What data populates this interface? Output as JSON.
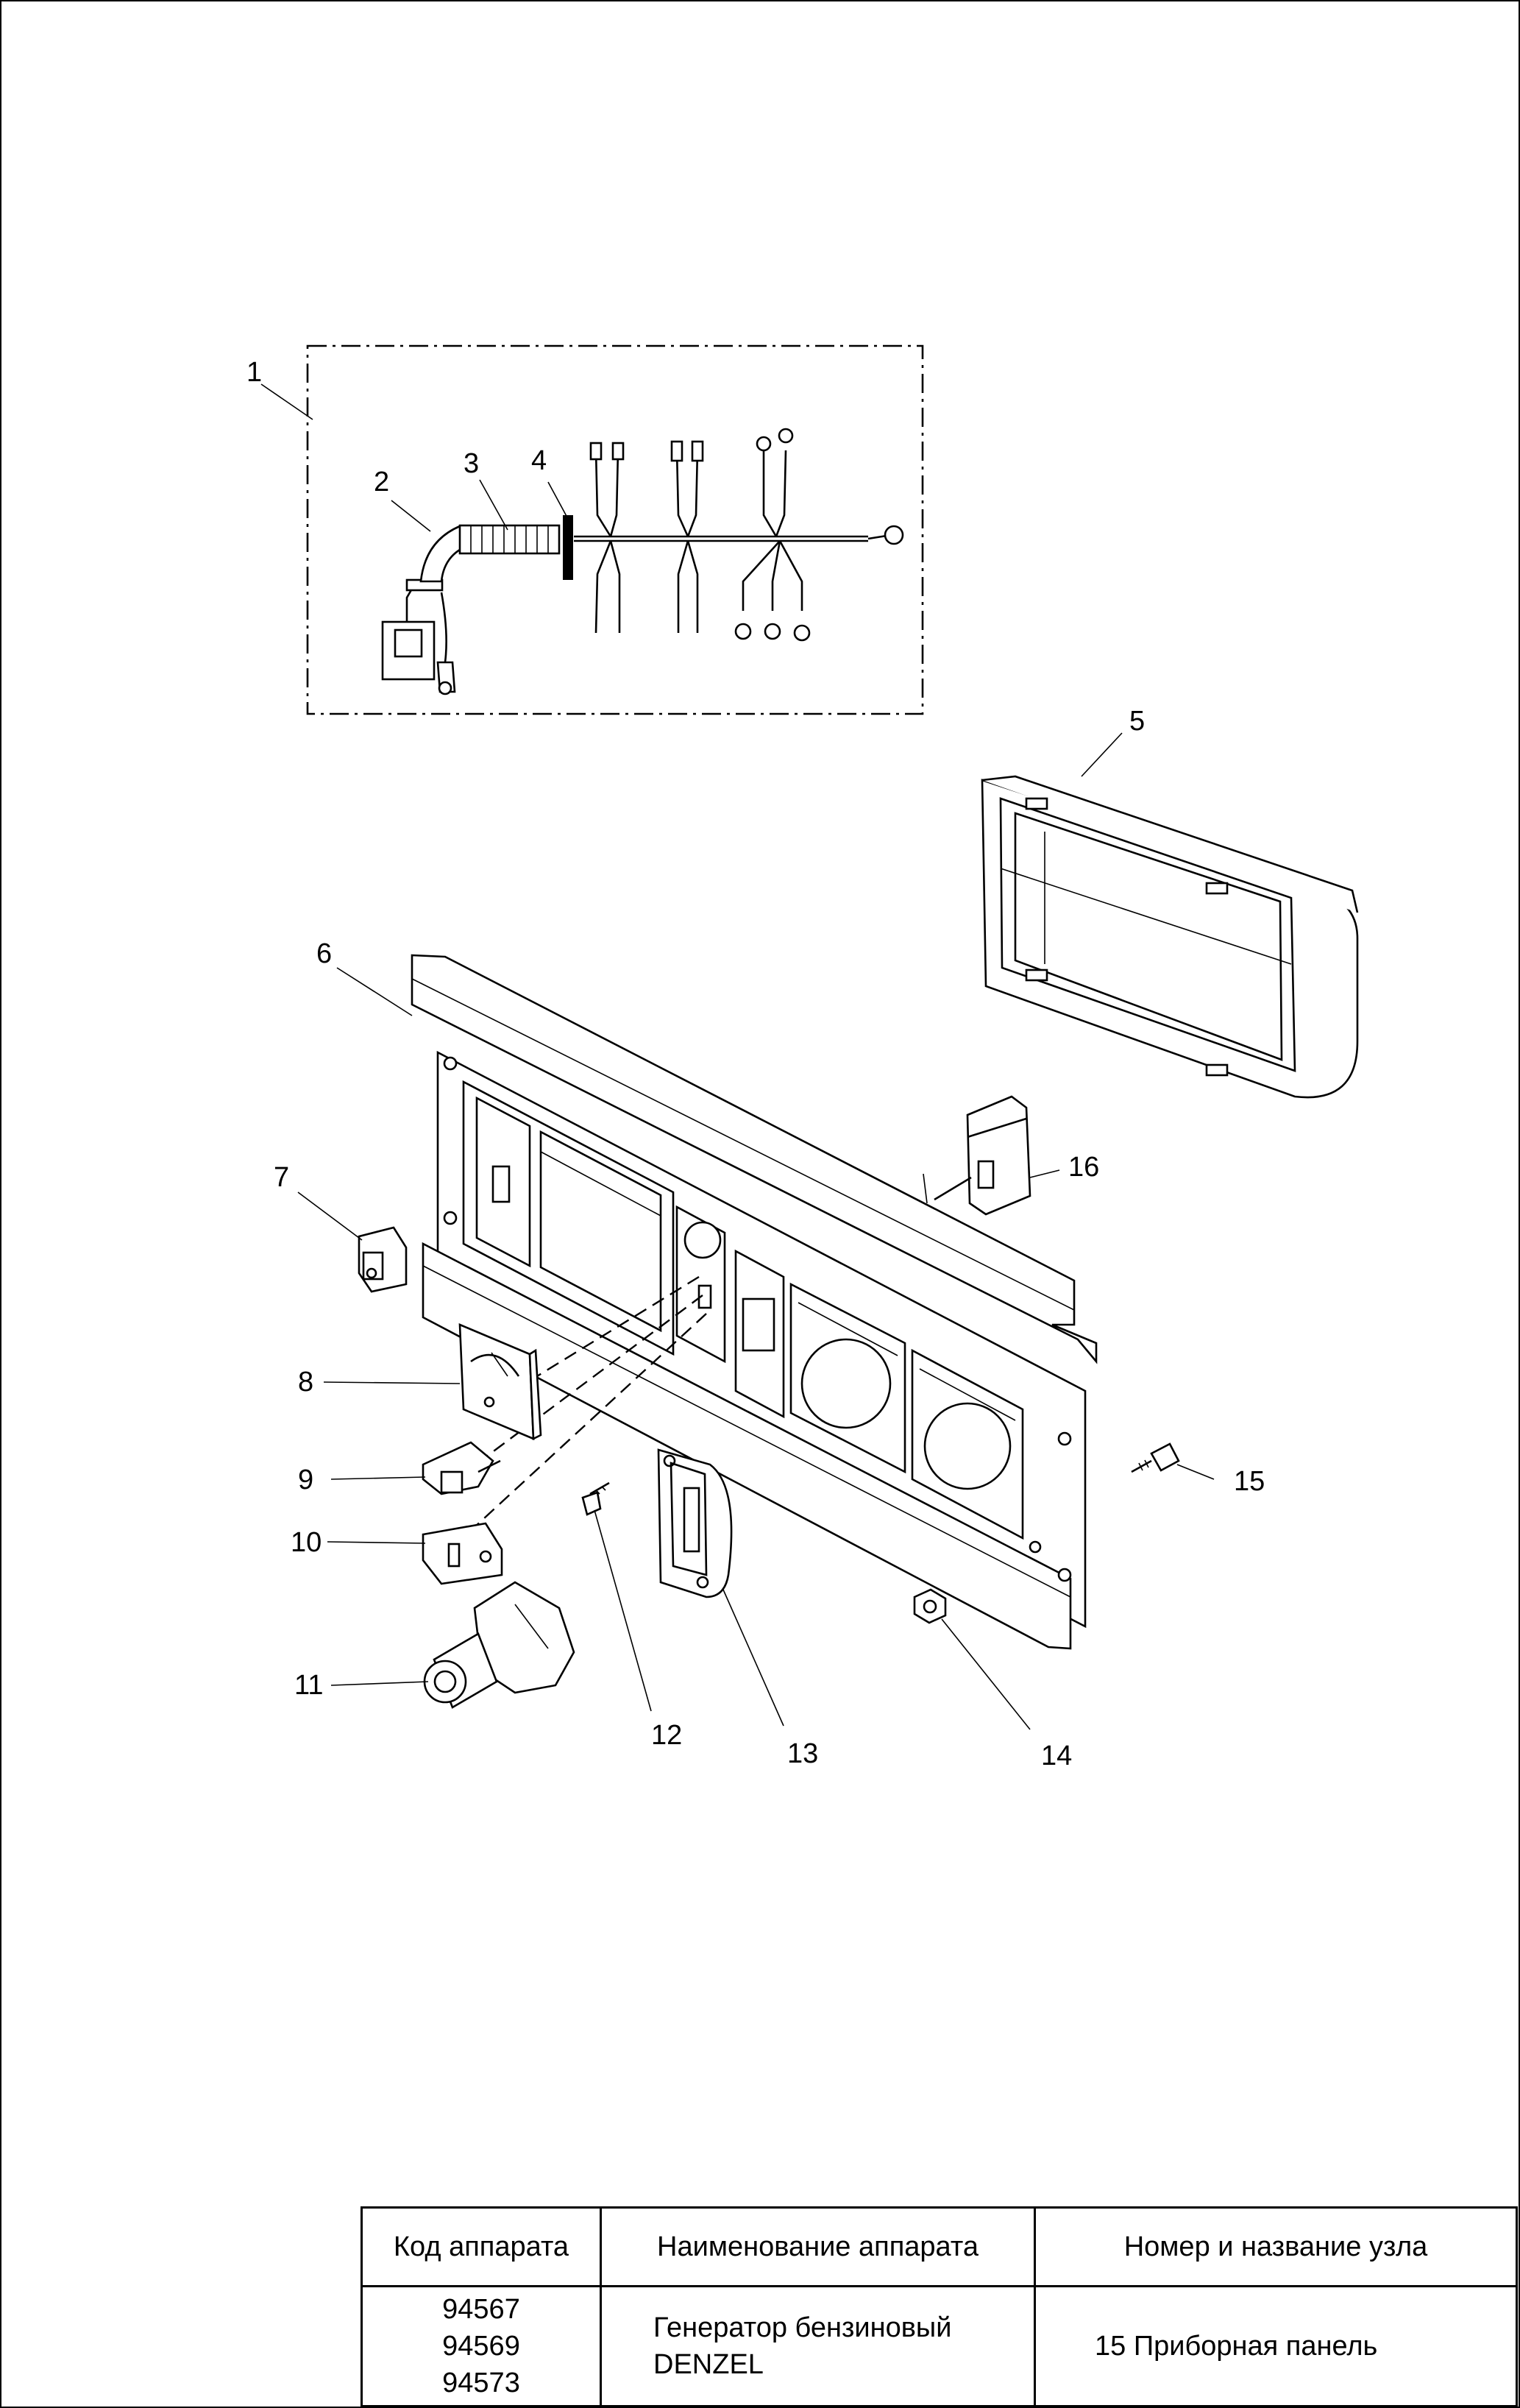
{
  "callouts": [
    "1",
    "2",
    "3",
    "4",
    "5",
    "6",
    "7",
    "8",
    "9",
    "10",
    "11",
    "12",
    "13",
    "14",
    "15",
    "16"
  ],
  "title_block": {
    "headers": {
      "code": "Код аппарата",
      "name": "Наименование аппарата",
      "unit": "Номер и название узла"
    },
    "codes": [
      "94567",
      "94569",
      "94573"
    ],
    "device_name_line1": "Генератор бензиновый",
    "device_name_line2": "DENZEL",
    "unit_name": "15 Приборная панель"
  }
}
